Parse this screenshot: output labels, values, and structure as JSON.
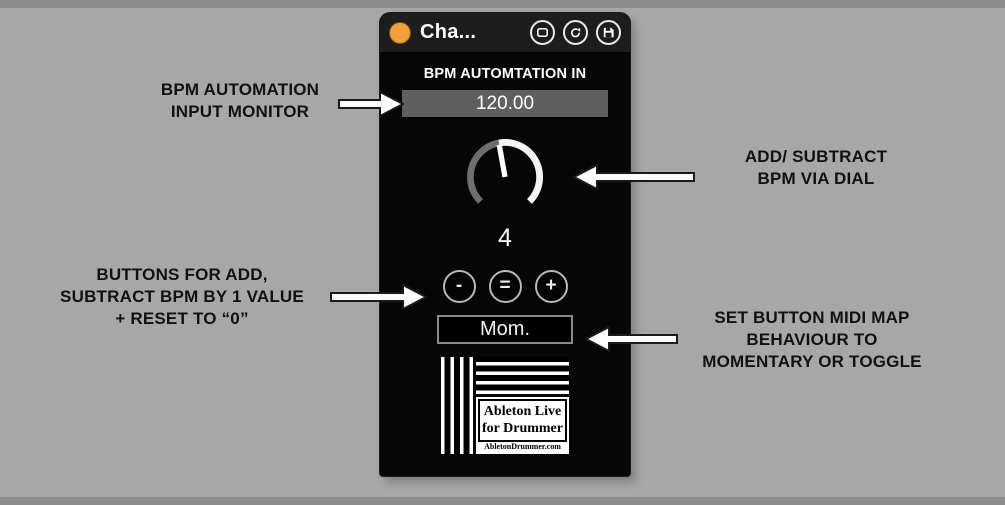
{
  "window": {
    "title": "Cha...",
    "accent_color": "#f0a13c",
    "icons": [
      "window-icon",
      "hotswap-icon",
      "save-icon"
    ]
  },
  "device": {
    "bpm_label": "BPM AUTOMTATION IN",
    "bpm_value": "120.00",
    "dial_value": "4",
    "button_minus": "-",
    "button_equals": "=",
    "button_plus": "+",
    "mode_value": "Mom.",
    "logo": {
      "line1": "Ableton Live",
      "line2": "for Drummer",
      "site": "AbletonDrummer.com"
    }
  },
  "annotations": {
    "monitor": {
      "lines": [
        "BPM AUTOMATION",
        "INPUT MONITOR"
      ]
    },
    "dial": {
      "lines": [
        "ADD/ SUBTRACT",
        "BPM VIA DIAL"
      ]
    },
    "buttons": {
      "lines": [
        "BUTTONS FOR ADD,",
        "SUBTRACT BPM BY 1 VALUE",
        "+ RESET TO “0”"
      ]
    },
    "mode": {
      "lines": [
        "SET BUTTON MIDI MAP",
        "BEHAVIOUR TO",
        "MOMENTARY OR TOGGLE"
      ]
    }
  }
}
